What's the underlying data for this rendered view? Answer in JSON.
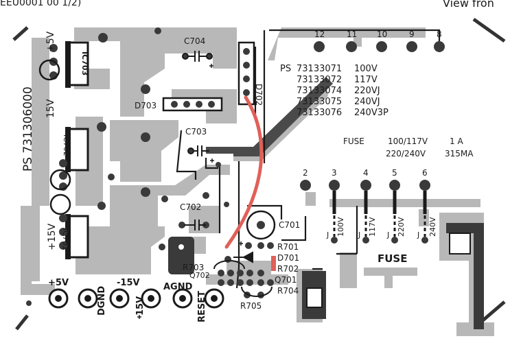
{
  "header": {
    "top_left_fragment": "EEU0001 00 1/2)",
    "top_right_fragment": "View fron"
  },
  "board": {
    "part_number": "PS 731306000",
    "rail_labels": {
      "p5v": "+5V",
      "p15v_top": "15V",
      "p15v_bottom": "+15V"
    },
    "ic_labels": {
      "ic703": "IC703",
      "ic702": "IC702",
      "ic701": "IC701"
    },
    "component_labels": {
      "c704": "C704",
      "d703": "D703",
      "d702": "D702",
      "c703": "C703",
      "c702": "C702",
      "c701": "C701",
      "r701": "R701",
      "d701": "D701",
      "r702": "R702",
      "r703": "R703",
      "q702": "Q702",
      "q701": "Q701",
      "r704": "R704",
      "r705": "R705"
    },
    "connector_labels": {
      "p5v": "+5V",
      "dgnd": "DGND",
      "m15v": "-15V",
      "p15v": "15V",
      "agnd": "AGND",
      "reset": "RESET"
    },
    "pin_numbers_top": [
      "12",
      "11",
      "10",
      "9",
      "8"
    ],
    "pin_numbers_mid": [
      "2",
      "3",
      "4",
      "5",
      "6"
    ],
    "jumper_voltages": [
      "100V",
      "117V",
      "220V",
      "240V"
    ],
    "jumper_letter": "J",
    "fuse_label": "FUSE",
    "version_table": {
      "prefix": "PS",
      "rows": [
        {
          "code": "73133071",
          "volt": "100V"
        },
        {
          "code": "73133072",
          "volt": "117V"
        },
        {
          "code": "73133074",
          "volt": "220VJ"
        },
        {
          "code": "73133075",
          "volt": "240VJ"
        },
        {
          "code": "73133076",
          "volt": "240V3P"
        }
      ]
    },
    "fuse_table": {
      "title": "FUSE",
      "rows": [
        {
          "volt": "100/117V",
          "rating": "1 A"
        },
        {
          "volt": "220/240V",
          "rating": "315MA"
        }
      ]
    },
    "colors": {
      "trace": "#b8b8b8",
      "copper_dark": "#4a4a4a",
      "ink": "#1a1a1a",
      "red_wire": "#e06058"
    }
  }
}
